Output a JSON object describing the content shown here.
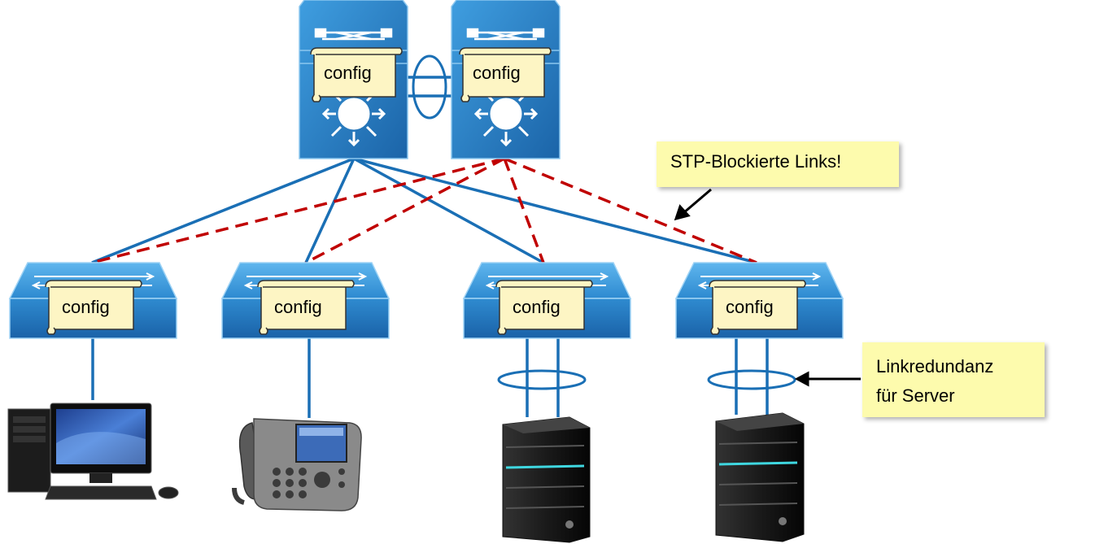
{
  "config_label": "config",
  "callouts": {
    "stp_blocked": "STP-Blockierte Links!",
    "link_redundancy_line1": "Linkredundanz",
    "link_redundancy_line2": "für Server"
  },
  "colors": {
    "active_link": "#1a6fb5",
    "blocked_link": "#c00000",
    "switch_blue": "#2b87c9",
    "callout_yellow": "#fdfbad",
    "scroll_yellow": "#fdf5c4"
  },
  "devices": {
    "core_switches": [
      "core-switch-1",
      "core-switch-2"
    ],
    "access_switches": [
      "access-switch-1",
      "access-switch-2",
      "access-switch-3",
      "access-switch-4"
    ],
    "endpoints": [
      "desktop-pc-icon",
      "ip-phone-icon",
      "server-icon",
      "server-icon"
    ]
  }
}
